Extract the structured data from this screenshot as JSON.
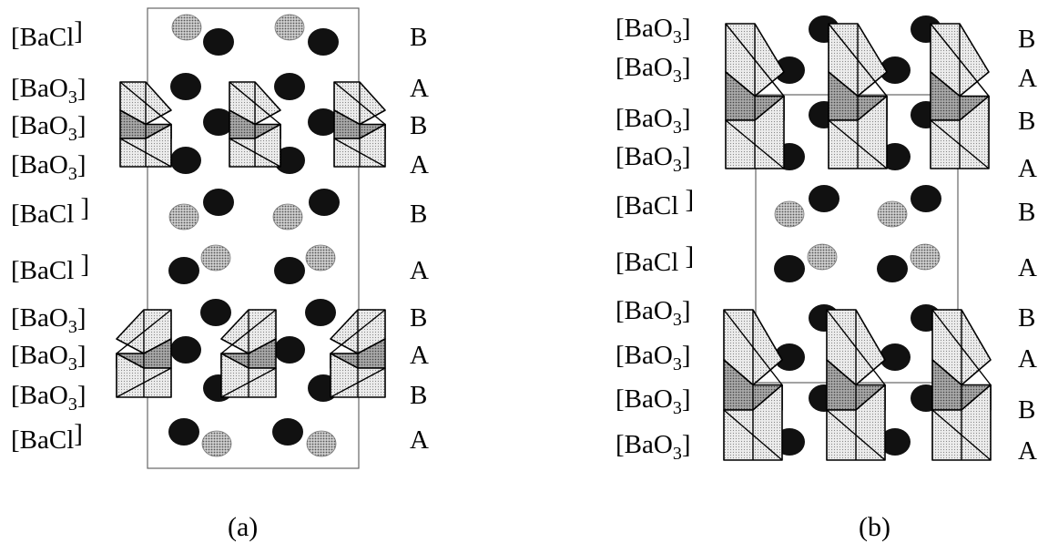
{
  "panels": [
    {
      "caption": "(a)",
      "layers": [
        {
          "formula": "BaCl",
          "sub": "",
          "stack": "B"
        },
        {
          "formula": "BaO",
          "sub": "3",
          "stack": "A"
        },
        {
          "formula": "BaO",
          "sub": "3",
          "stack": "B"
        },
        {
          "formula": "BaO",
          "sub": "3",
          "stack": "A"
        },
        {
          "formula": "BaCl ",
          "sub": "",
          "stack": "B"
        },
        {
          "formula": "BaCl ",
          "sub": "",
          "stack": "A"
        },
        {
          "formula": "BaO",
          "sub": "3",
          "stack": "B"
        },
        {
          "formula": "BaO",
          "sub": "3",
          "stack": "A"
        },
        {
          "formula": "BaO",
          "sub": "3",
          "stack": "B"
        },
        {
          "formula": "BaCl",
          "sub": "",
          "stack": "A"
        }
      ]
    },
    {
      "caption": "(b)",
      "layers": [
        {
          "formula": "BaO",
          "sub": "3",
          "stack": "B"
        },
        {
          "formula": "BaO",
          "sub": "3",
          "stack": "A"
        },
        {
          "formula": "BaO",
          "sub": "3",
          "stack": "B"
        },
        {
          "formula": "BaO",
          "sub": "3",
          "stack": "A"
        },
        {
          "formula": "BaCl ",
          "sub": "",
          "stack": "B"
        },
        {
          "formula": "BaCl ",
          "sub": "",
          "stack": "A"
        },
        {
          "formula": "BaO",
          "sub": "3",
          "stack": "B"
        },
        {
          "formula": "BaO",
          "sub": "3",
          "stack": "A"
        },
        {
          "formula": "BaO",
          "sub": "3",
          "stack": "B"
        },
        {
          "formula": "BaO",
          "sub": "3",
          "stack": "A"
        }
      ]
    }
  ],
  "colors": {
    "ink": "#000000",
    "octahedron_light": "#e4e4e4",
    "octahedron_dark": "#9a9a9a",
    "chlorine_fill": "#b5b5b5",
    "barium_fill": "#111111",
    "cell_outline": "#666666"
  }
}
